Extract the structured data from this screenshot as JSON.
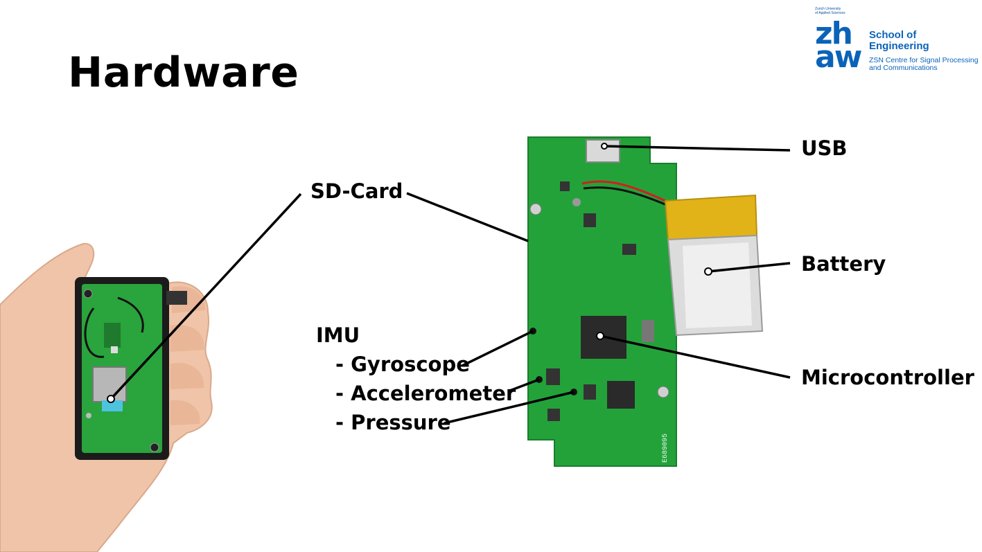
{
  "slide": {
    "title": "Hardware"
  },
  "logo": {
    "university_line1": "Zurich University",
    "university_line2": "of Applied Sciences",
    "mark_line1": "zh",
    "mark_line2": "aw",
    "school_line1": "School of",
    "school_line2": "Engineering",
    "centre_line1": "ZSN Centre for Signal Processing",
    "centre_line2": "and Communications"
  },
  "labels": {
    "usb": "USB",
    "sd_card": "SD-Card",
    "battery": "Battery",
    "imu": "IMU",
    "gyroscope": "- Gyroscope",
    "accelerometer": "- Accelerometer",
    "pressure": "- Pressure",
    "microcontroller": "Microcontroller"
  },
  "board_marking": "E689095",
  "colors": {
    "pcb": "#23a23a",
    "logo_blue": "#0a63b8",
    "battery_gold": "#e2b318"
  }
}
